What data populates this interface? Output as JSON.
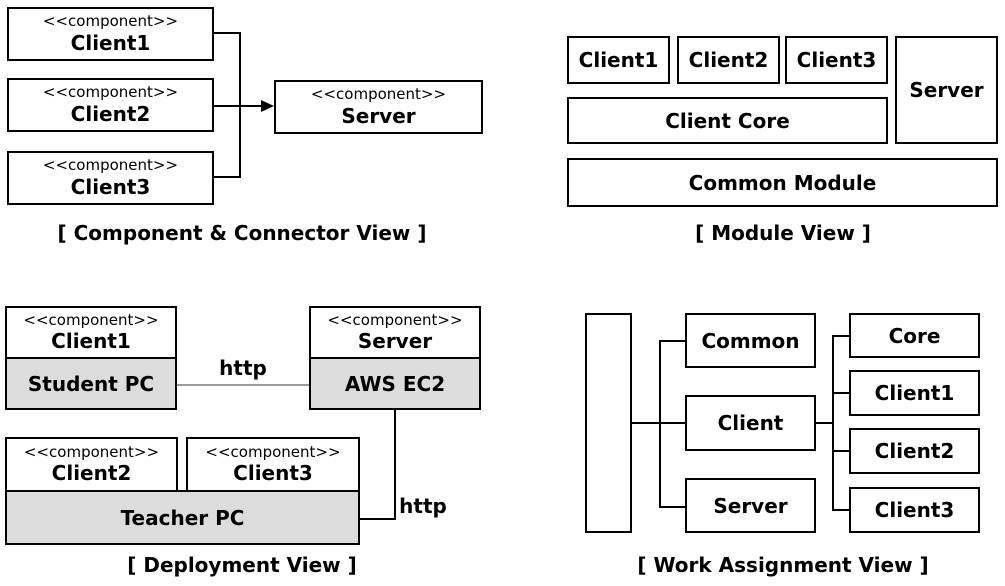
{
  "cnc_view": {
    "caption": "[ Component & Connector View ]",
    "stereotype": "<<component>>",
    "client1": "Client1",
    "client2": "Client2",
    "client3": "Client3",
    "server": "Server"
  },
  "module_view": {
    "caption": "[ Module View ]",
    "client1": "Client1",
    "client2": "Client2",
    "client3": "Client3",
    "server": "Server",
    "client_core": "Client Core",
    "common_module": "Common Module"
  },
  "deployment_view": {
    "caption": "[ Deployment View ]",
    "stereotype": "<<component>>",
    "client1": "Client1",
    "server": "Server",
    "student_pc": "Student PC",
    "aws_ec2": "AWS EC2",
    "client2": "Client2",
    "client3": "Client3",
    "teacher_pc": "Teacher PC",
    "http_top": "http",
    "http_bottom": "http"
  },
  "work_view": {
    "caption": "[ Work Assignment View ]",
    "common": "Common",
    "client": "Client",
    "server": "Server",
    "core": "Core",
    "client1": "Client1",
    "client2": "Client2",
    "client3": "Client3"
  },
  "colors": {
    "node_fill": "#dcdcdc",
    "line": "#000000",
    "http_link": "#9b9b9b",
    "background": "#ffffff"
  }
}
